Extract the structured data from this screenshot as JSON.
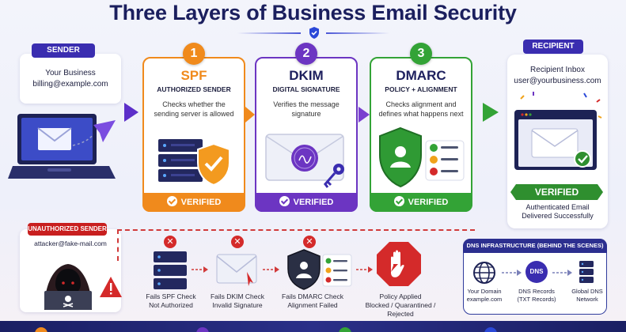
{
  "title": "Three Layers of Business Email Security",
  "sender": {
    "pill": "SENDER",
    "name": "Your Business",
    "email": "billing@example.com"
  },
  "layers": [
    {
      "number": "1",
      "name": "SPF",
      "subtitle": "AUTHORIZED SENDER",
      "description": "Checks whether the sending server is allowed",
      "status": "VERIFIED",
      "color": "#f08a1c"
    },
    {
      "number": "2",
      "name": "DKIM",
      "subtitle": "DIGITAL SIGNATURE",
      "description": "Verifies the message signature",
      "status": "VERIFIED",
      "color": "#6c35c2"
    },
    {
      "number": "3",
      "name": "DMARC",
      "subtitle": "POLICY + ALIGNMENT",
      "description": "Checks alignment and defines what happens next",
      "status": "VERIFIED",
      "color": "#33a336"
    }
  ],
  "recipient": {
    "pill": "RECIPIENT",
    "title": "Recipient Inbox",
    "email": "user@yourbusiness.com",
    "status": "VERIFIED",
    "note_line1": "Authenticated Email",
    "note_line2": "Delivered Successfully"
  },
  "unauthorized": {
    "pill": "UNAUTHORIZED SENDER",
    "email": "attacker@fake-mail.com"
  },
  "failures": [
    {
      "line1": "Fails SPF Check",
      "line2": "Not Authorized"
    },
    {
      "line1": "Fails DKIM Check",
      "line2": "Invalid Signature"
    },
    {
      "line1": "Fails DMARC Check",
      "line2": "Alignment Failed"
    },
    {
      "line1": "Policy Applied",
      "line2": "Blocked / Quarantined / Rejected"
    }
  ],
  "dns": {
    "pill": "DNS INFRASTRUCTURE (BEHIND THE SCENES)",
    "badge": "DNS",
    "items": [
      {
        "line1": "Your Domain",
        "line2": "example.com"
      },
      {
        "line1": "DNS Records",
        "line2": "(TXT Records)"
      },
      {
        "line1": "Global DNS",
        "line2": "Network"
      }
    ]
  },
  "colors": {
    "navy": "#1b1f5e",
    "sender_purple": "#3a2db0",
    "fail_red": "#d42a2a",
    "verified_green": "#2f8f2f"
  }
}
